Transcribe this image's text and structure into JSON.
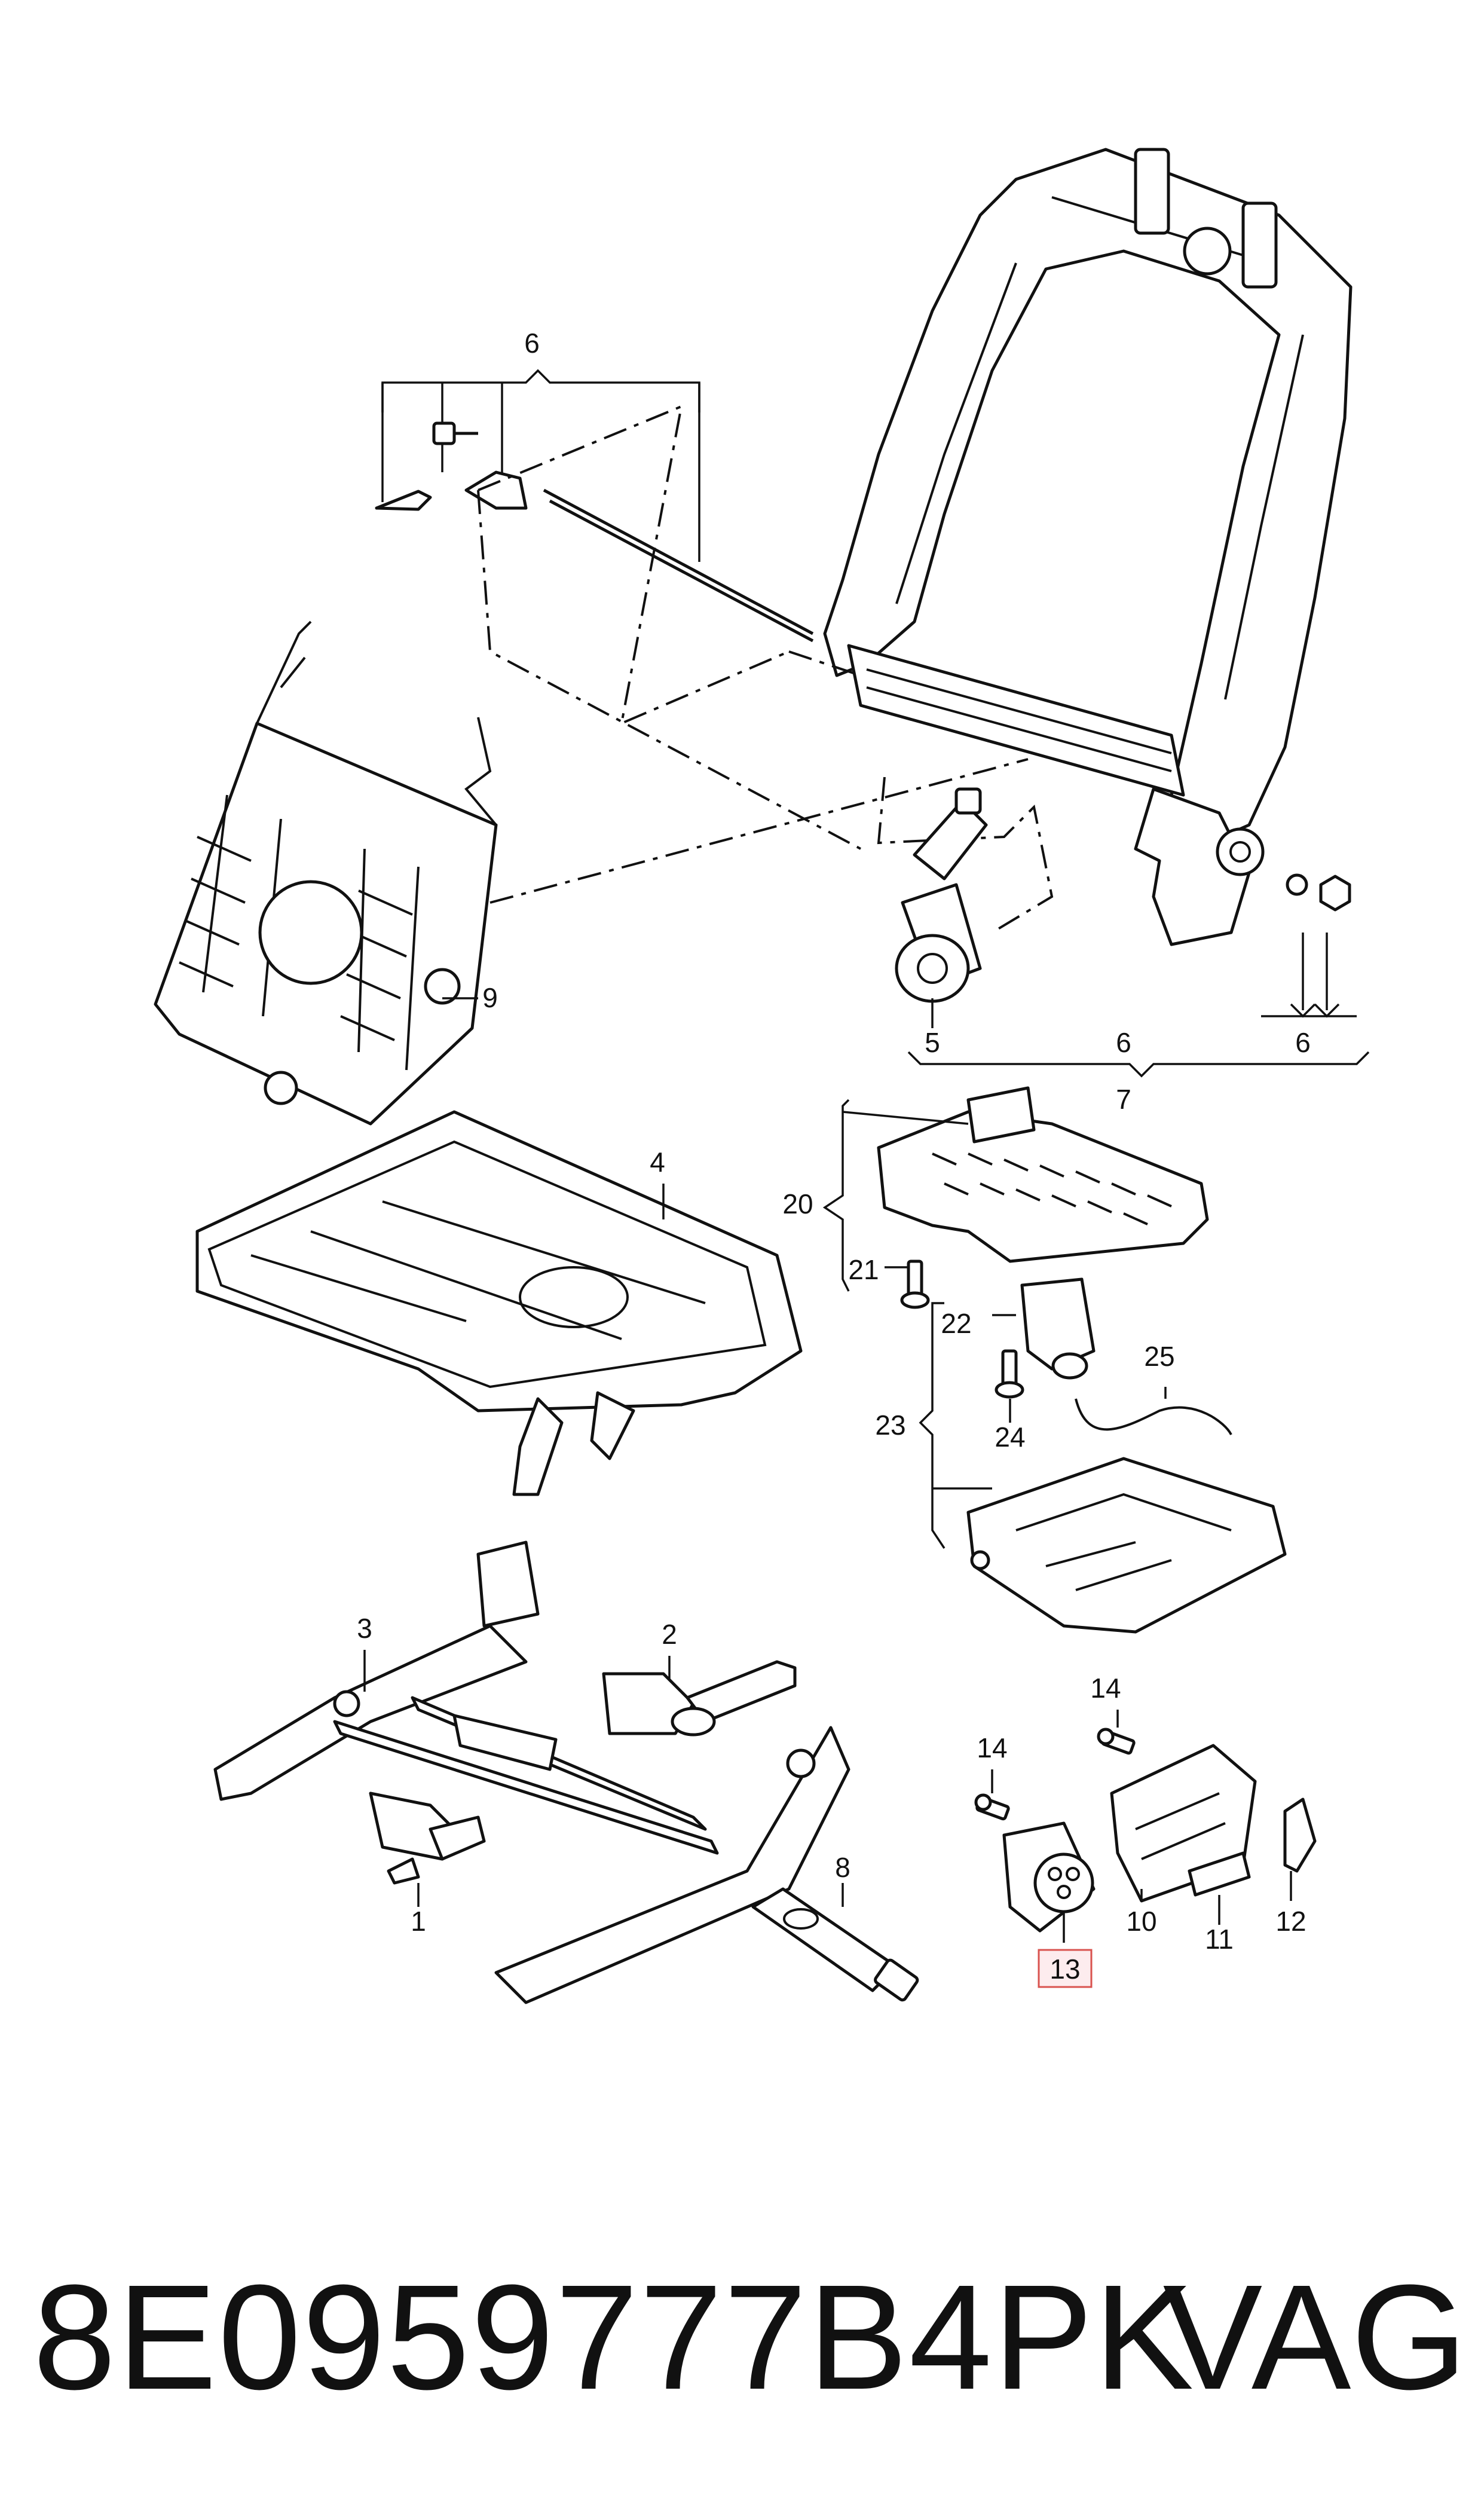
{
  "callouts": {
    "c1": "1",
    "c2": "2",
    "c3": "3",
    "c4": "4",
    "c5": "5",
    "c6_top": "6",
    "c6_mid": "6",
    "c6_right": "6",
    "c7": "7",
    "c8": "8",
    "c9": "9",
    "c10": "10",
    "c11": "11",
    "c12": "12",
    "c13": "13",
    "c14_left": "14",
    "c14_right": "14",
    "c20": "20",
    "c21": "21",
    "c22": "22",
    "c23": "23",
    "c24": "24",
    "c25": "25"
  },
  "highlight_color": "#d9534f",
  "footer": {
    "part_number": "8E0959777B4PK",
    "brand": "VAG"
  }
}
